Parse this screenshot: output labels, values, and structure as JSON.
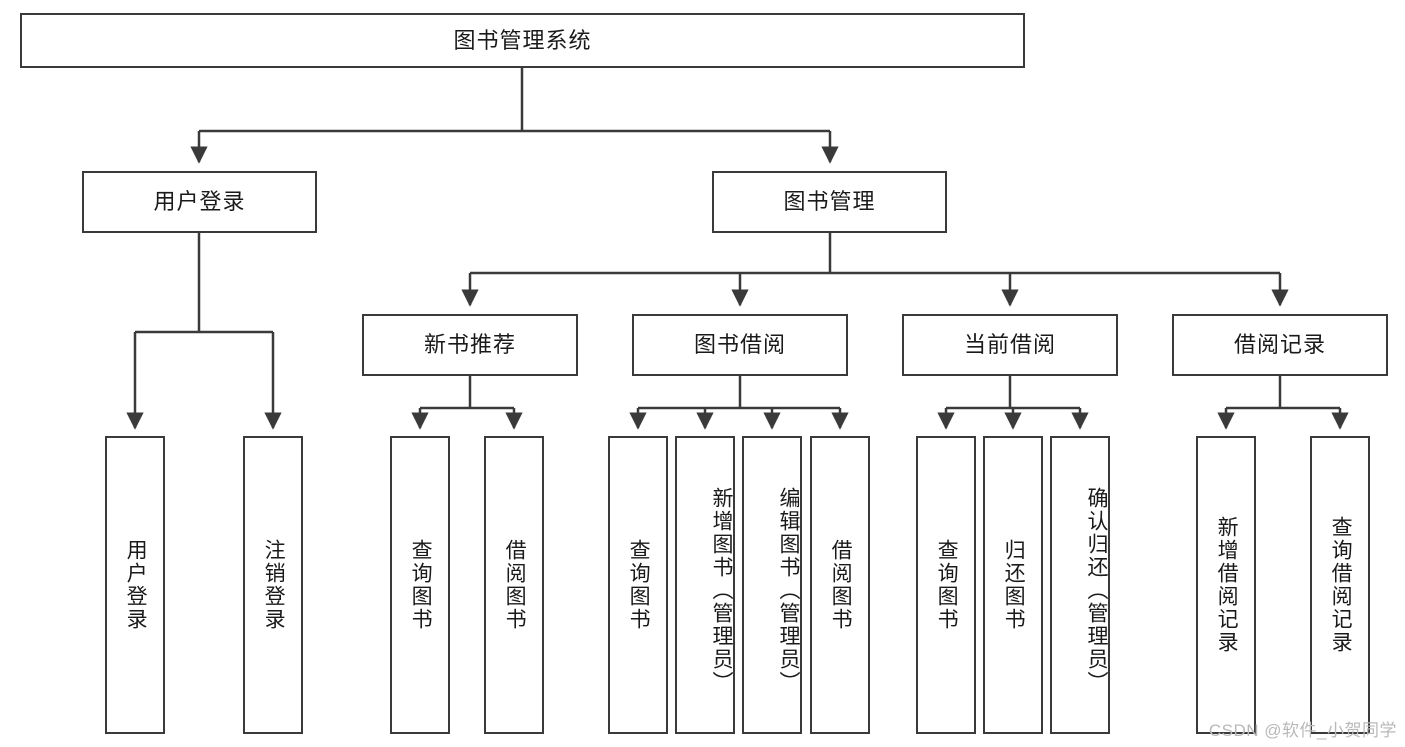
{
  "diagram": {
    "title": "图书管理系统",
    "type": "hierarchy-tree",
    "watermark": "CSDN @软件_小贺同学",
    "colors": {
      "box_border": "#3a3a3a",
      "box_fill": "#ffffff",
      "edge": "#3a3a3a",
      "text": "#1a1a1a",
      "watermark": "#b9b9b9",
      "background": "#ffffff"
    },
    "levels": {
      "root": {
        "label": "图书管理系统"
      },
      "level2": [
        {
          "label": "用户登录"
        },
        {
          "label": "图书管理"
        }
      ],
      "level3": [
        {
          "label": "新书推荐"
        },
        {
          "label": "图书借阅"
        },
        {
          "label": "当前借阅"
        },
        {
          "label": "借阅记录"
        }
      ],
      "leaves": {
        "user_login": [
          {
            "label": "用户登录"
          },
          {
            "label": "注销登录"
          }
        ],
        "new_book_recommend": [
          {
            "label": "查询图书"
          },
          {
            "label": "借阅图书"
          }
        ],
        "book_borrow": [
          {
            "label": "查询图书"
          },
          {
            "label": "新增图书（管理员）"
          },
          {
            "label": "编辑图书（管理员）"
          },
          {
            "label": "借阅图书"
          }
        ],
        "current_borrow": [
          {
            "label": "查询图书"
          },
          {
            "label": "归还图书"
          },
          {
            "label": "确认归还（管理员）"
          }
        ],
        "borrow_records": [
          {
            "label": "新增借阅记录"
          },
          {
            "label": "查询借阅记录"
          }
        ]
      }
    }
  }
}
